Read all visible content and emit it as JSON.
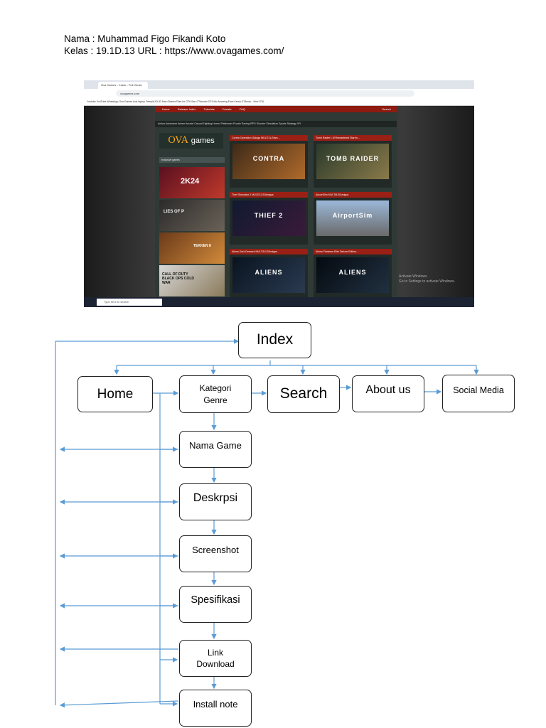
{
  "header": {
    "name_line": "Nama : Muhammad Figo Fikandi Koto",
    "class_line": "Kelas : 19.1D.13  URL : https://www.ovagames.com/"
  },
  "screenshot": {
    "tab_title": "Ova Games - Crack - Full Versio",
    "address": "ovagames.com",
    "bookmarks": "Youtube   YouTube   WhatsApp   Ova Games   kuis laptop   Freepik   IELJD   Mas Obama   Files for GTA San   GTAmods   GTA Mo   Amazing Face Kema   GTAmob - Mod GTA",
    "nav_main": [
      "Home",
      "Release Index",
      "Tutorials",
      "Donate",
      "FAQ"
    ],
    "search_label": "Search",
    "nav_genres": "Action   Adventure   Anime   Arcade   Casual   Fighting   Horror   Platformer   Puzzle   Racing   RPG   Shooter   Simulation   Sports   Strategy   VR",
    "logo_text": "OVA",
    "logo_suffix": "games",
    "exclusive_label": "exclusive games",
    "side_titles": [
      "2K24",
      "LIES OF P",
      "TEKKEN 8",
      "CALL OF DUTY BLACK OPS COLD WAR"
    ],
    "cards": [
      {
        "title": "Contra Operation Galuga MULTi11-Elam...",
        "img": "CONTRA"
      },
      {
        "title": "Tomb Raider I-III Remastered Starrin...",
        "img": "TOMB RAIDER"
      },
      {
        "title": "Thief Simulator 2 MULTi12-ElAmigos",
        "img": "THIEF 2"
      },
      {
        "title": "AirportSim MULTi8-ElAmigos",
        "img": "AirportSim"
      },
      {
        "title": "Aliens Dark Descent MULTi10-ElAmigos",
        "img": "ALIENS"
      },
      {
        "title": "Aliens Fireteam Elite Deluxe Edition...",
        "img": "ALIENS"
      }
    ],
    "activate_line1": "Activate Windows",
    "activate_line2": "Go to Settings to activate Windows.",
    "taskbar_search": "Type here to search"
  },
  "diagram": {
    "index": "Index",
    "home": "Home",
    "kategori": "Kategori\nGenre",
    "search": "Search",
    "about": "About us",
    "social": "Social Media",
    "nama_game": "Nama Game",
    "deskripsi": "Deskrpsi",
    "screenshot": "Screenshot",
    "spesifikasi": "Spesifikasi",
    "link_download": "Link\nDownload",
    "install_note": "Install note"
  },
  "colors": {
    "line": "#5b9bd5",
    "box_border": "#222222",
    "site_red": "#8e1a10"
  }
}
